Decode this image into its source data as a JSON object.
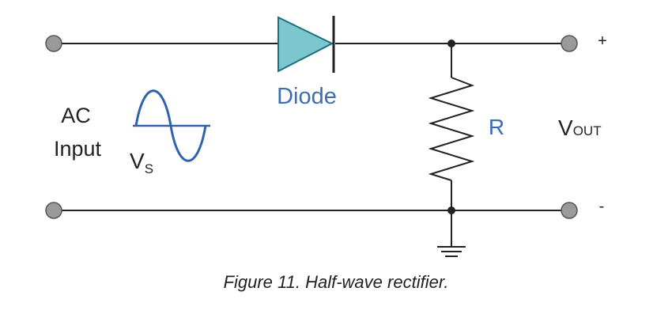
{
  "diagram": {
    "labels": {
      "ac_line1": "AC",
      "ac_line2": "Input",
      "vs_main": "V",
      "vs_sub": "S",
      "diode": "Diode",
      "resistor": "R",
      "vout_main": "V",
      "vout_sub": "OUT",
      "plus": "+",
      "minus": "-"
    },
    "colors": {
      "wire": "#222222",
      "terminal_fill": "#9a9a9a",
      "diode_fill": "#7cc6cf",
      "blue_label": "#3a6db3",
      "text": "#222222"
    },
    "icons": [
      "sine-wave-icon",
      "diode-icon",
      "resistor-icon",
      "ground-icon"
    ]
  },
  "caption": "Figure 11. Half-wave rectifier."
}
